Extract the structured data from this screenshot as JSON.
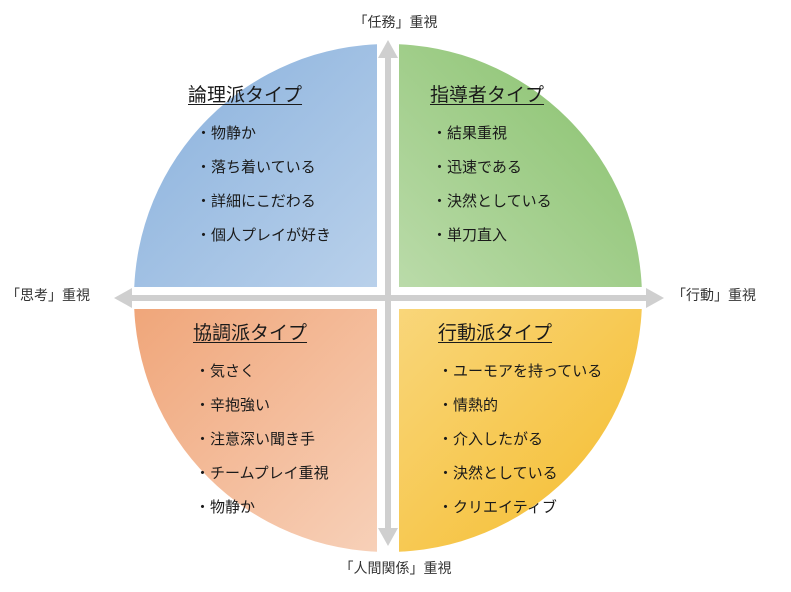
{
  "axes": {
    "top": "「任務」重視",
    "bottom": "「人間関係」重視",
    "left": "「思考」重視",
    "right": "「行動」重視"
  },
  "quadrants": {
    "top_left": {
      "title": "論理派タイプ",
      "color": "#8fb6e0",
      "items": [
        "物静か",
        "落ち着いている",
        "詳細にこだわる",
        "個人プレイが好き"
      ]
    },
    "top_right": {
      "title": "指導者タイプ",
      "color": "#8fc472",
      "items": [
        "結果重視",
        "迅速である",
        "決然としている",
        "単刀直入"
      ]
    },
    "bottom_left": {
      "title": "協調派タイプ",
      "color": "#ee9560",
      "items": [
        "気さく",
        "辛抱強い",
        "注意深い聞き手",
        "チームプレイ重視",
        "物静か"
      ]
    },
    "bottom_right": {
      "title": "行動派タイプ",
      "color": "#f7c640",
      "items": [
        "ユーモアを持っている",
        "情熱的",
        "介入したがる",
        "決然としている",
        "クリエイティブ"
      ]
    }
  }
}
